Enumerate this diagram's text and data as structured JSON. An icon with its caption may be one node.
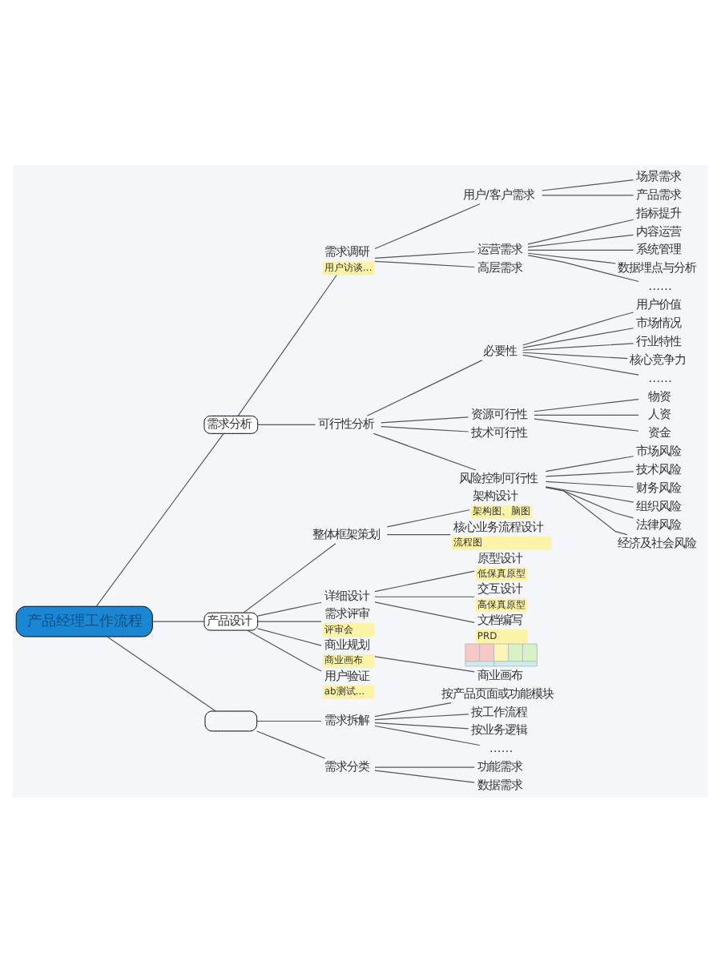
{
  "diagram": {
    "nodes": [
      {
        "text": [
          "产品经理工作流程"
        ]
      },
      {
        "text": [
          "需求分析"
        ]
      },
      {
        "text": [
          "需求调研",
          "用户访谈…"
        ]
      },
      {
        "text": [
          "用户/客户需求"
        ]
      },
      {
        "text": [
          "场景需求"
        ]
      },
      {
        "text": [
          "产品需求"
        ]
      },
      {
        "text": [
          "运营需求"
        ]
      },
      {
        "text": [
          "指标提升"
        ]
      },
      {
        "text": [
          "内容运营"
        ]
      },
      {
        "text": [
          "系统管理"
        ]
      },
      {
        "text": [
          "数据埋点与分析"
        ]
      },
      {
        "text": [
          "……"
        ]
      },
      {
        "text": [
          "高层需求"
        ]
      },
      {
        "text": [
          "可行性分析"
        ]
      },
      {
        "text": [
          "必要性"
        ]
      },
      {
        "text": [
          "用户价值"
        ]
      },
      {
        "text": [
          "市场情况"
        ]
      },
      {
        "text": [
          "行业特性"
        ]
      },
      {
        "text": [
          "核心竞争力"
        ]
      },
      {
        "text": [
          "……"
        ]
      },
      {
        "text": [
          "资源可行性"
        ]
      },
      {
        "text": [
          "物资"
        ]
      },
      {
        "text": [
          "人资"
        ]
      },
      {
        "text": [
          "资金"
        ]
      },
      {
        "text": [
          "技术可行性"
        ]
      },
      {
        "text": [
          "风险控制可行性"
        ]
      },
      {
        "text": [
          "市场风险"
        ]
      },
      {
        "text": [
          "技术风险"
        ]
      },
      {
        "text": [
          "财务风险"
        ]
      },
      {
        "text": [
          "组织风险"
        ]
      },
      {
        "text": [
          "法律风险"
        ]
      },
      {
        "text": [
          "经济及社会风险"
        ]
      },
      {
        "text": [
          "产品设计"
        ]
      },
      {
        "text": [
          "整体框架策划"
        ]
      },
      {
        "text": [
          "架构设计",
          "架构图、脑图"
        ]
      },
      {
        "text": [
          "核心业务流程设计",
          "流程图"
        ]
      },
      {
        "text": [
          "详细设计"
        ]
      },
      {
        "text": [
          "原型设计",
          "低保真原型"
        ]
      },
      {
        "text": [
          "交互设计",
          "高保真原型"
        ]
      },
      {
        "text": [
          "文档编写",
          "PRD"
        ]
      },
      {
        "text": [
          "需求评审",
          "评审会"
        ]
      },
      {
        "text": [
          "商业规划",
          "商业画布"
        ]
      },
      {
        "text": [],
        "shape": "picture"
      },
      {
        "text": [
          "商业画布"
        ]
      },
      {
        "text": [
          "用户验证",
          "ab测试…"
        ]
      },
      {
        "text": [],
        "shape": "box"
      },
      {
        "text": [
          "需求拆解"
        ]
      },
      {
        "text": [
          "按产品页面或功能模块"
        ]
      },
      {
        "text": [
          "按工作流程"
        ]
      },
      {
        "text": [
          "按业务逻辑"
        ]
      },
      {
        "text": [
          "……"
        ]
      },
      {
        "text": [
          "需求分类"
        ]
      },
      {
        "text": [
          "功能需求"
        ]
      },
      {
        "text": [
          "数据需求"
        ]
      }
    ],
    "edges": [
      {
        "from": 0,
        "to": 1,
        "arrow": "none"
      },
      {
        "from": 1,
        "to": 2,
        "arrow": "none"
      },
      {
        "from": 2,
        "to": 3,
        "arrow": "none"
      },
      {
        "from": 3,
        "to": 4,
        "arrow": "none"
      },
      {
        "from": 3,
        "to": 5,
        "arrow": "none"
      },
      {
        "from": 2,
        "to": 6,
        "arrow": "none"
      },
      {
        "from": 6,
        "to": 7,
        "arrow": "none"
      },
      {
        "from": 6,
        "to": 8,
        "arrow": "none"
      },
      {
        "from": 6,
        "to": 9,
        "arrow": "none"
      },
      {
        "from": 6,
        "to": 10,
        "arrow": "none"
      },
      {
        "from": 6,
        "to": 11,
        "arrow": "none"
      },
      {
        "from": 2,
        "to": 12,
        "arrow": "none"
      },
      {
        "from": 1,
        "to": 13,
        "arrow": "none"
      },
      {
        "from": 13,
        "to": 14,
        "arrow": "none"
      },
      {
        "from": 14,
        "to": 15,
        "arrow": "none"
      },
      {
        "from": 14,
        "to": 16,
        "arrow": "none"
      },
      {
        "from": 14,
        "to": 17,
        "arrow": "none"
      },
      {
        "from": 14,
        "to": 18,
        "arrow": "none"
      },
      {
        "from": 14,
        "to": 19,
        "arrow": "none"
      },
      {
        "from": 13,
        "to": 20,
        "arrow": "none"
      },
      {
        "from": 20,
        "to": 21,
        "arrow": "none"
      },
      {
        "from": 20,
        "to": 22,
        "arrow": "none"
      },
      {
        "from": 20,
        "to": 23,
        "arrow": "none"
      },
      {
        "from": 13,
        "to": 24,
        "arrow": "none"
      },
      {
        "from": 13,
        "to": 25,
        "arrow": "none"
      },
      {
        "from": 25,
        "to": 26,
        "arrow": "none"
      },
      {
        "from": 25,
        "to": 27,
        "arrow": "none"
      },
      {
        "from": 25,
        "to": 28,
        "arrow": "none"
      },
      {
        "from": 25,
        "to": 29,
        "arrow": "none"
      },
      {
        "from": 25,
        "to": 30,
        "arrow": "none"
      },
      {
        "from": 25,
        "to": 31,
        "arrow": "none"
      },
      {
        "from": 0,
        "to": 32,
        "arrow": "none"
      },
      {
        "from": 32,
        "to": 33,
        "arrow": "none"
      },
      {
        "from": 33,
        "to": 34,
        "arrow": "none"
      },
      {
        "from": 33,
        "to": 35,
        "arrow": "none"
      },
      {
        "from": 32,
        "to": 36,
        "arrow": "none"
      },
      {
        "from": 36,
        "to": 37,
        "arrow": "none"
      },
      {
        "from": 36,
        "to": 38,
        "arrow": "none"
      },
      {
        "from": 36,
        "to": 39,
        "arrow": "none"
      },
      {
        "from": 32,
        "to": 40,
        "arrow": "none"
      },
      {
        "from": 32,
        "to": 41,
        "arrow": "none"
      },
      {
        "from": 41,
        "to": 43,
        "arrow": "none"
      },
      {
        "from": 32,
        "to": 44,
        "arrow": "none"
      },
      {
        "from": 0,
        "to": 45,
        "arrow": "none"
      },
      {
        "from": 45,
        "to": 46,
        "arrow": "none"
      },
      {
        "from": 46,
        "to": 47,
        "arrow": "none"
      },
      {
        "from": 46,
        "to": 48,
        "arrow": "none"
      },
      {
        "from": 46,
        "to": 49,
        "arrow": "none"
      },
      {
        "from": 46,
        "to": 50,
        "arrow": "none"
      },
      {
        "from": 45,
        "to": 51,
        "arrow": "none"
      },
      {
        "from": 51,
        "to": 52,
        "arrow": "none"
      },
      {
        "from": 51,
        "to": 53,
        "arrow": "none"
      }
    ]
  }
}
